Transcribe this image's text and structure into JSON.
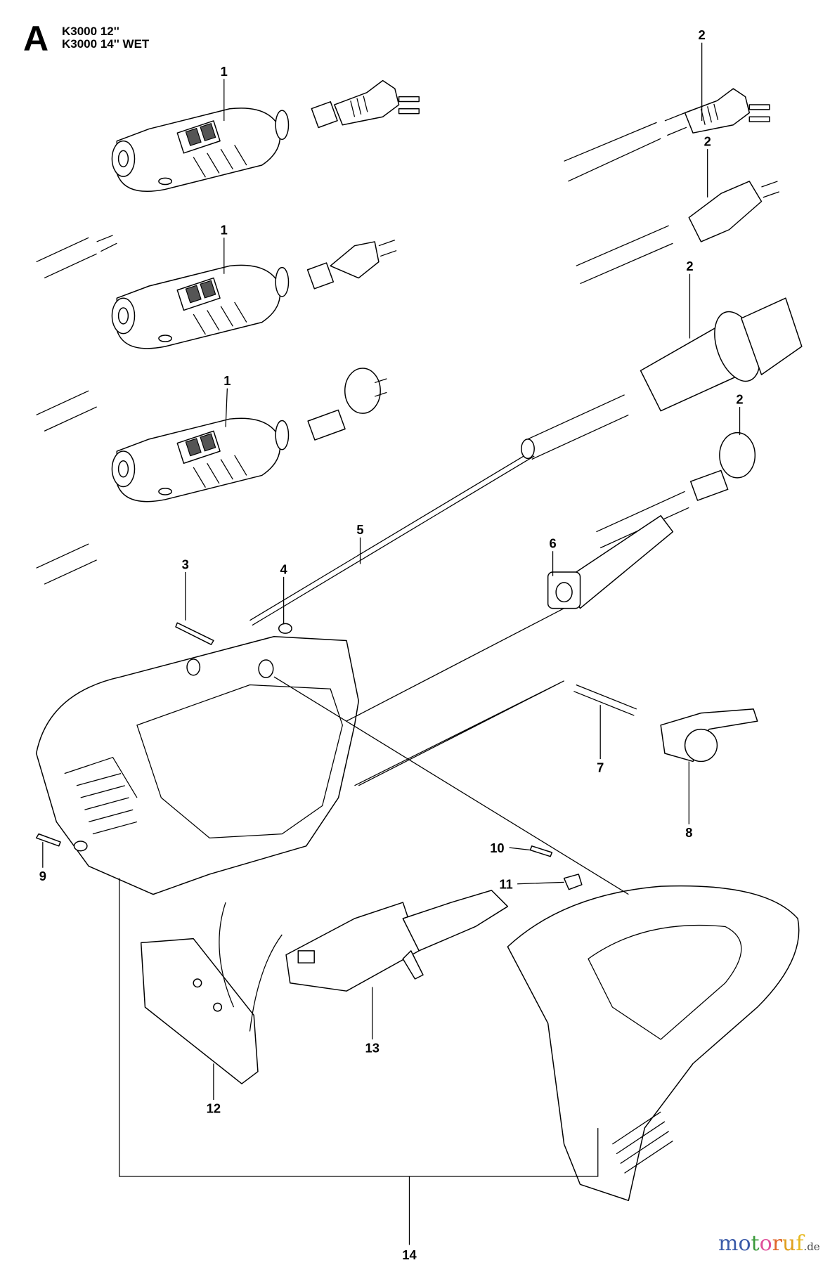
{
  "header": {
    "section": "A",
    "models": [
      "K3000 12''",
      "K3000 14'' WET"
    ]
  },
  "callouts": [
    "1",
    "1",
    "1",
    "2",
    "2",
    "2",
    "2",
    "3",
    "4",
    "5",
    "6",
    "7",
    "8",
    "9",
    "10",
    "11",
    "12",
    "13",
    "14"
  ],
  "watermark": {
    "letters": [
      "m",
      "o",
      "t",
      "o",
      "r",
      "u",
      "f"
    ],
    "colors": [
      "#3b5ba9",
      "#3b5ba9",
      "#3a9a3a",
      "#e04f9a",
      "#e0672a",
      "#e0a020",
      "#e6b820"
    ],
    "suffix": ".de"
  }
}
